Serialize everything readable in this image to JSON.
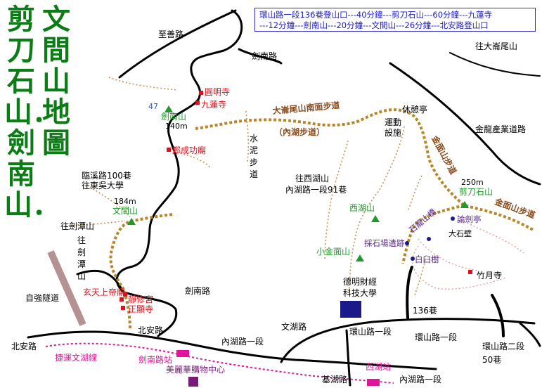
{
  "title": {
    "col1": "文間山地圖",
    "col2": "剪刀石山．劍南山．"
  },
  "route_info": {
    "line1": "環山路一段136巷登山口---40分鐘---剪刀石山---60分鐘---九蓮寺",
    "line2": "---12分鐘---劍南山---20分鐘---文間山---26分鐘---北安路登山口"
  },
  "colors": {
    "title": "#0c7d16",
    "road": "#000000",
    "trail_main": "#b8862b",
    "trail_dotted": "#c8924a",
    "temple": "#e0101a",
    "peak": "#1c9a2a",
    "mrt": "#e0149a",
    "landmark_blue": "#1a1a8a",
    "info_text": "#1a1ad0"
  },
  "labels": {
    "zhishan_rd": "至善路",
    "jiannan_rd_top": "劍南路",
    "zhu_dajianwei": "往大崙尾山",
    "yuanming_temple": "圓明寺",
    "jiulian_temple": "九蓮寺",
    "jiannan_mtn": "劍南山",
    "jiannan_height": "140m",
    "num_47": "47",
    "zheng_temple": "鄭成功廟",
    "dalunwei_trail": "大崙尾山南面步道",
    "neihu_trail": "（內湖步道）",
    "rest_pavilion": "休憩亭",
    "sports_facility_1": "運動",
    "sports_facility_2": "設施",
    "jinlong_rd": "金龍產業道路",
    "cement_1": "水",
    "cement_2": "泥",
    "cement_3": "步",
    "cement_4": "道",
    "linxi_1": "臨溪路100巷",
    "linxi_2": "往東吳大學",
    "wenjian_height": "184m",
    "wenjian_mtn": "文間山",
    "to_xihu_1": "往西湖山",
    "to_xihu_2": "內湖路一段91巷",
    "jinmian_trail": "金面山步道",
    "jiandao_height": "250m",
    "jiandao_mtn": "剪刀石山",
    "jinmian_trail_2": "金面山步道",
    "xihu_mtn": "西湖山",
    "shilongshan_trail": "石龍山橋",
    "lunjian_pav": "論劍亭",
    "dabai_rock": "大石壁",
    "to_jiantan": "往劍潭山",
    "jiantan_1": "往",
    "jiantan_2": "劍",
    "jiantan_3": "潭",
    "jiantan_4": "山",
    "quarry": "採石場遺跡",
    "baiyun_rock": "白臼樹",
    "xiao_jinmian": "小金面山",
    "zhuyue_temple": "竹月寺",
    "deming_1": "德明財經",
    "deming_2": "科技大學",
    "ziqiang_tunnel": "自強隧道",
    "xuantian_temple": "玄天上帝廟",
    "jingxiu_palace": "靜修宮",
    "zhengxian_temple": "正顯寺",
    "jiannan_rd_bottom": "劍南路",
    "lane_136": "136巷",
    "beian_rd_mid": "北安路",
    "wenhu_rd": "文湖路",
    "neihu_rd_1": "內湖路一段",
    "huanshan_rd_1a": "環山路一段",
    "huanshan_rd_1b": "環山路一段",
    "huanshan_rd_2": "環山路二段",
    "lane_50": "50巷",
    "beian_rd_left": "北安路",
    "mrt_line": "捷運文湖線",
    "jiannan_station": "劍南路站",
    "xihu_station": "西湖站",
    "mall": "美麗華購物中心",
    "jihu_rd": "基湖路",
    "neihu_rd_bottom": "內湖路一段"
  }
}
